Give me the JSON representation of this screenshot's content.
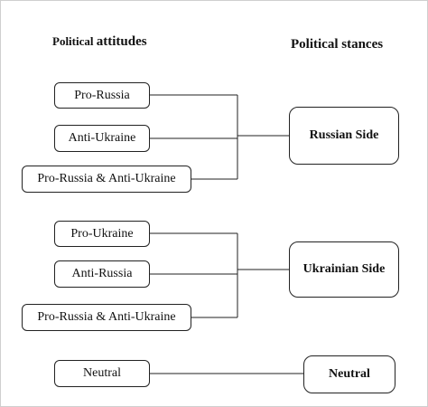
{
  "headings": {
    "attitudes_prefix": "Political ",
    "attitudes_word": "attitudes",
    "stances": "Political stances"
  },
  "groups": [
    {
      "attitudes": [
        "Pro-Russia",
        "Anti-Ukraine",
        "Pro-Russia & Anti-Ukraine"
      ],
      "stance": "Russian Side"
    },
    {
      "attitudes": [
        "Pro-Ukraine",
        "Anti-Russia",
        "Pro-Russia & Anti-Ukraine"
      ],
      "stance": "Ukrainian Side"
    },
    {
      "attitudes": [
        "Neutral"
      ],
      "stance": "Neutral"
    }
  ]
}
